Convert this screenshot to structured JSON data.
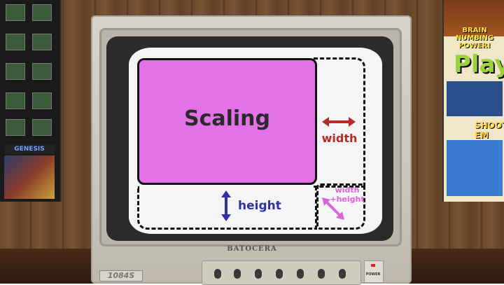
{
  "screen": {
    "main_label": "Scaling",
    "width_label": "width",
    "height_label": "height",
    "width_height_label_line1": "width",
    "width_height_label_line2": "+height"
  },
  "monitor": {
    "brand": "BATOCERA",
    "model": "1084S",
    "power_label": "POWER"
  },
  "posters": {
    "left_logo": "GENESIS",
    "right_tagline": "BRAIN NUMBING POWER!",
    "right_title": "Play",
    "right_subtitle": "SHOOT EM UP!"
  },
  "colors": {
    "scaling_fill": "#e372e8",
    "width_arrow": "#b82a2a",
    "height_arrow": "#3030a8",
    "width_height_arrow": "#d866d8"
  }
}
